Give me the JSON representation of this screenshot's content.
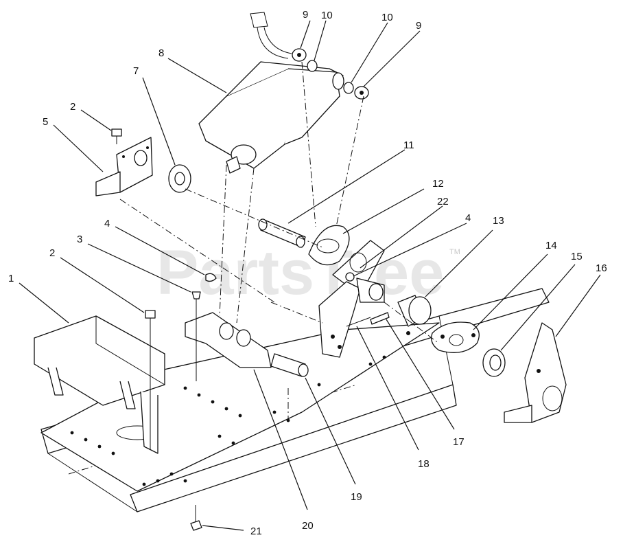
{
  "watermark": {
    "text": "PartsTree",
    "trademark": "TM"
  },
  "callouts": [
    {
      "id": "c1",
      "label": "1"
    },
    {
      "id": "c2a",
      "label": "2"
    },
    {
      "id": "c2b",
      "label": "2"
    },
    {
      "id": "c3",
      "label": "3"
    },
    {
      "id": "c4a",
      "label": "4"
    },
    {
      "id": "c4b",
      "label": "4"
    },
    {
      "id": "c5",
      "label": "5"
    },
    {
      "id": "c7",
      "label": "7"
    },
    {
      "id": "c8",
      "label": "8"
    },
    {
      "id": "c9a",
      "label": "9"
    },
    {
      "id": "c9b",
      "label": "9"
    },
    {
      "id": "c10a",
      "label": "10"
    },
    {
      "id": "c10b",
      "label": "10"
    },
    {
      "id": "c11",
      "label": "11"
    },
    {
      "id": "c12",
      "label": "12"
    },
    {
      "id": "c13",
      "label": "13"
    },
    {
      "id": "c14",
      "label": "14"
    },
    {
      "id": "c15",
      "label": "15"
    },
    {
      "id": "c16",
      "label": "16"
    },
    {
      "id": "c17",
      "label": "17"
    },
    {
      "id": "c18",
      "label": "18"
    },
    {
      "id": "c19",
      "label": "19"
    },
    {
      "id": "c20",
      "label": "20"
    },
    {
      "id": "c21",
      "label": "21"
    },
    {
      "id": "c22",
      "label": "22"
    }
  ]
}
